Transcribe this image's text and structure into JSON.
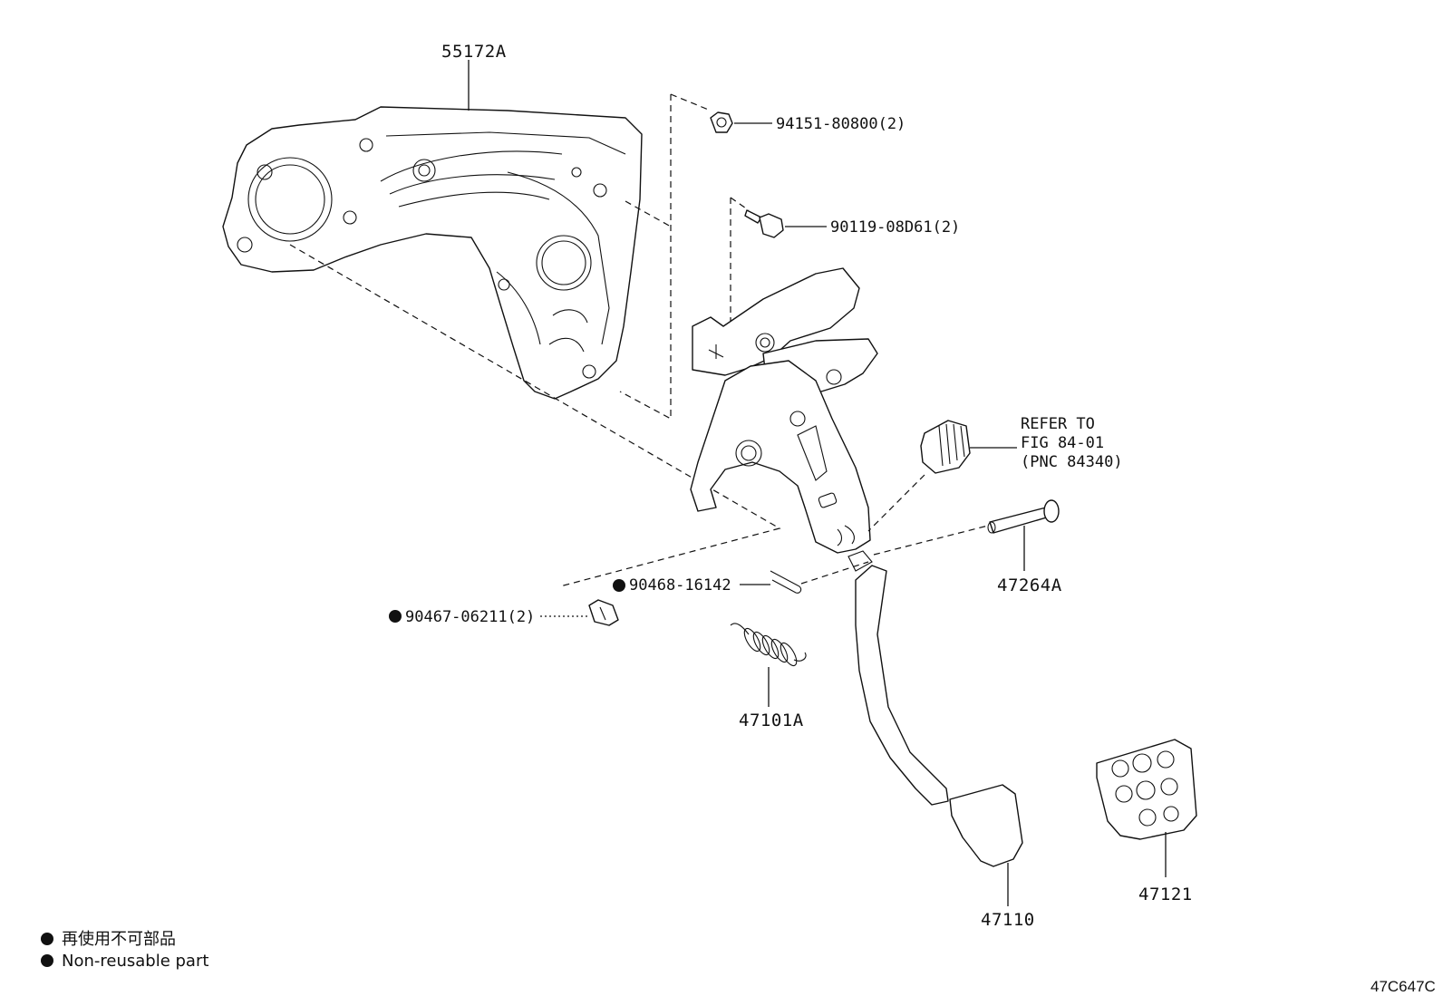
{
  "labels": {
    "bracket": "55172A",
    "nut": "94151-80800(2)",
    "bolt": "90119-08D61(2)",
    "refer_line1": "REFER TO",
    "refer_line2": "FIG 84-01",
    "refer_line3": "(PNC 84340)",
    "pin": "47264A",
    "clip": "90468-16142",
    "bushing": "90467-06211(2)",
    "spring": "47101A",
    "pedal": "47110",
    "pad": "47121"
  },
  "legend": {
    "japanese": "再使用不可部品",
    "english": "Non-reusable part"
  },
  "figure_code": "47C647C"
}
